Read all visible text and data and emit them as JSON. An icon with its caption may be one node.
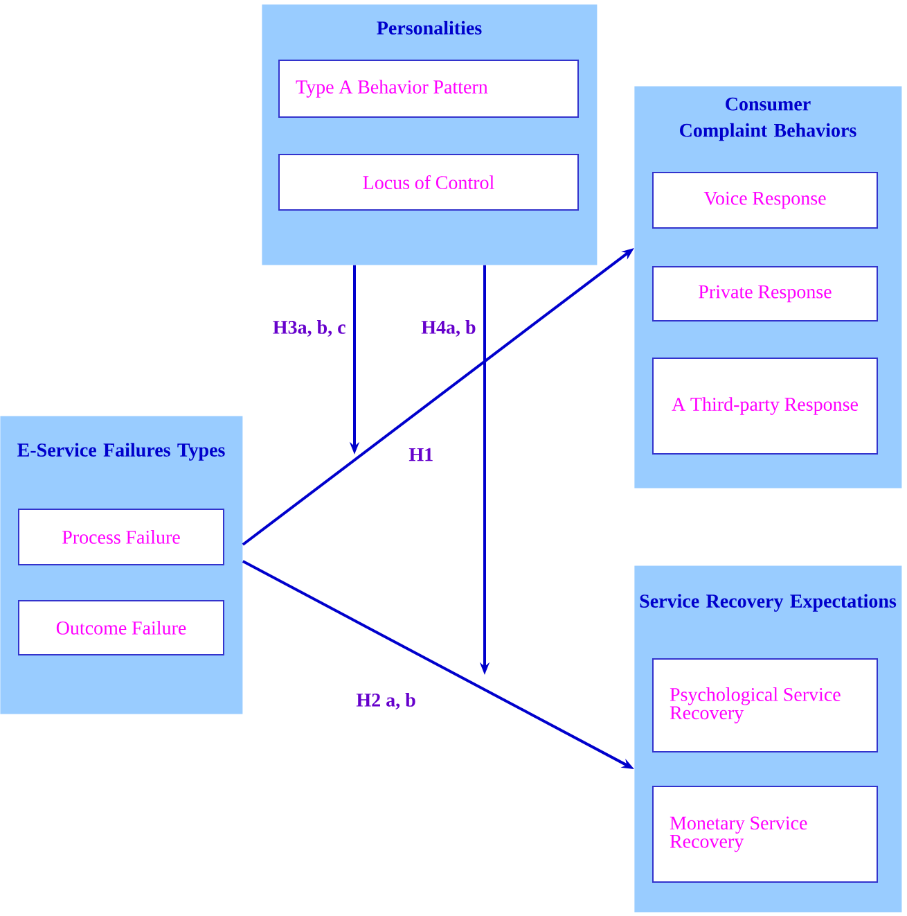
{
  "diagram": {
    "nodes": [
      {
        "text": [
          "Personalities"
        ]
      },
      {
        "text": [
          "Type A Behavior Pattern"
        ],
        "in": 0
      },
      {
        "text": [
          "Locus of Control"
        ],
        "in": 0
      },
      {
        "text": [
          "Consumer Complaint Behaviors"
        ]
      },
      {
        "text": [
          "Voice Response"
        ],
        "in": 3
      },
      {
        "text": [
          "Private Response"
        ],
        "in": 3
      },
      {
        "text": [
          "A Third-party Response"
        ],
        "in": 3
      },
      {
        "text": [
          "E-Service Failures Types"
        ]
      },
      {
        "text": [
          "Process Failure"
        ],
        "in": 7
      },
      {
        "text": [
          "Outcome Failure"
        ],
        "in": 7
      },
      {
        "text": [
          "Service Recovery Expectations"
        ]
      },
      {
        "text": [
          "Psychological Service Recovery"
        ],
        "in": 10
      },
      {
        "text": [
          "Monetary Service Recovery"
        ],
        "in": 10
      }
    ],
    "edges": [
      {
        "from": 7,
        "to": 3,
        "arrow": "to",
        "label": "H1"
      },
      {
        "from": 7,
        "to": 10,
        "arrow": "to",
        "label": "H2 a, b"
      },
      {
        "from": 0,
        "to": null,
        "arrow": "to",
        "label": "H3a, b, c"
      },
      {
        "from": 0,
        "to": null,
        "arrow": "to",
        "label": "H4a, b"
      }
    ]
  }
}
